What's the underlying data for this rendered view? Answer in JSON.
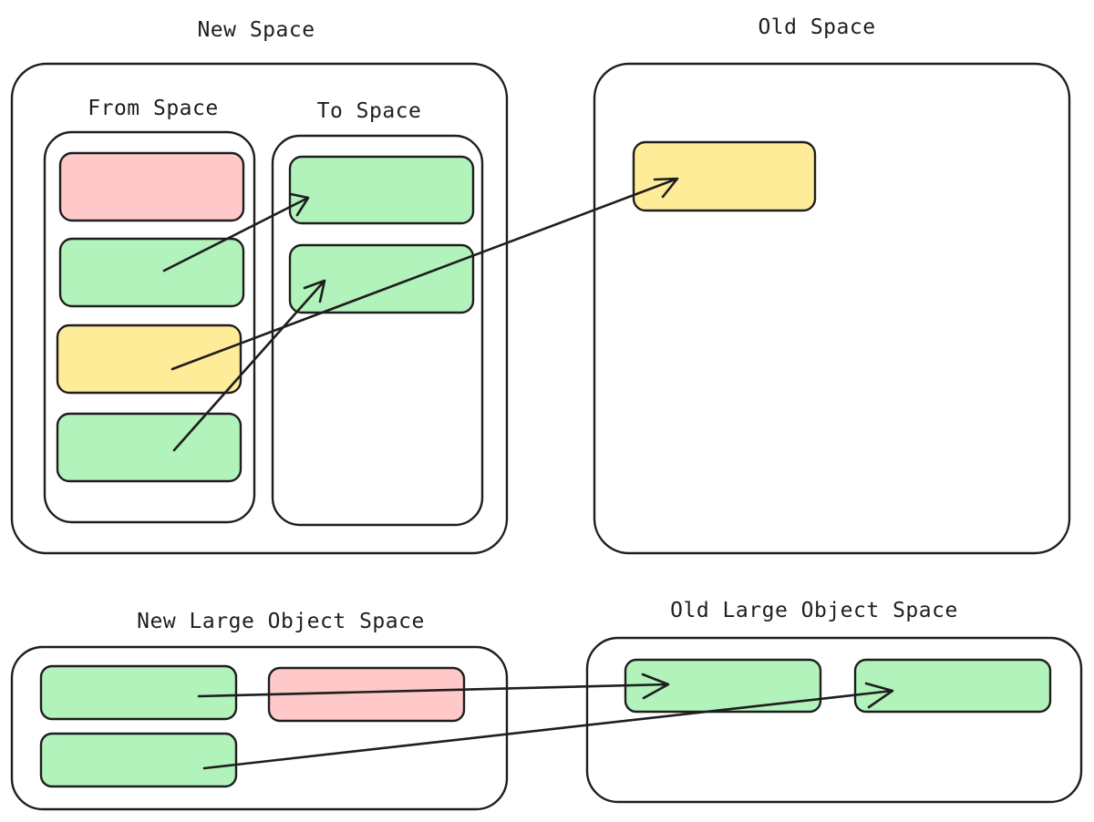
{
  "labels": {
    "new_space": "New Space",
    "old_space": "Old Space",
    "from_space": "From Space",
    "to_space": "To Space",
    "new_large_object_space": "New Large Object Space",
    "old_large_object_space": "Old Large Object Space"
  },
  "colors": {
    "stroke": "#1e1e1e",
    "garbage_red": "#ffc9c9",
    "live_green": "#b2f2bb",
    "promoted_yellow": "#ffec99",
    "background": "#ffffff"
  },
  "objects": {
    "from_space": [
      "red",
      "green",
      "yellow",
      "green"
    ],
    "to_space": [
      "green",
      "green"
    ],
    "old_space": [
      "yellow"
    ],
    "new_large_object_space": [
      "green",
      "red",
      "green"
    ],
    "old_large_object_space": [
      "green",
      "green"
    ]
  }
}
